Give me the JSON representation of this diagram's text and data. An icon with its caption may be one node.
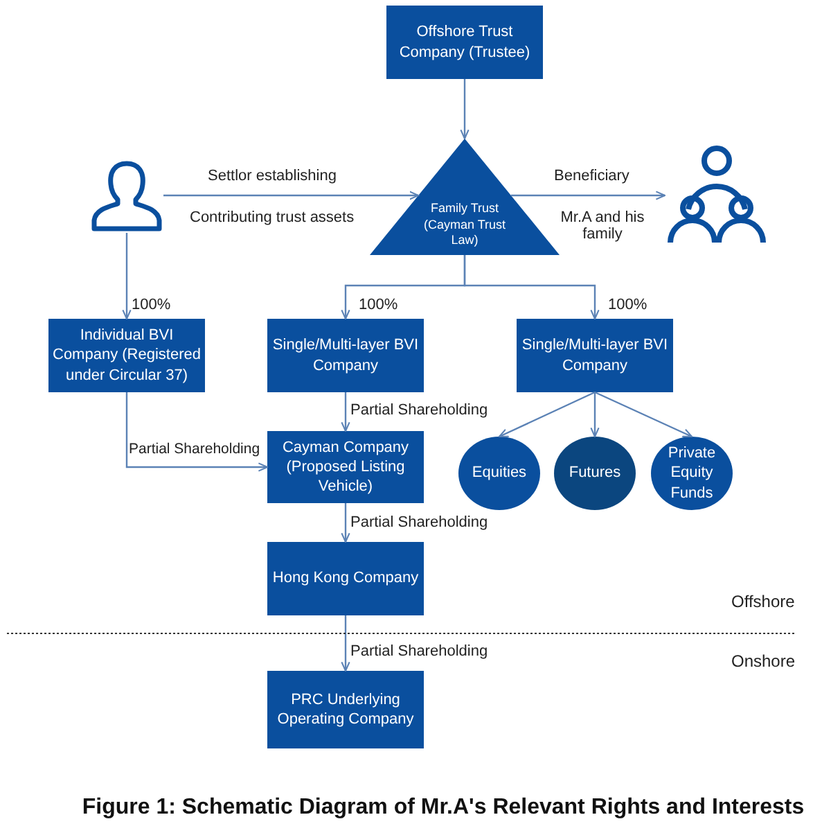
{
  "diagram": {
    "caption": "Figure 1: Schematic Diagram of Mr.A's Relevant Rights and Interests",
    "nodes": [
      {
        "text": [
          "Offshore Trust Company (Trustee)"
        ]
      },
      {
        "text": [],
        "shape": "person"
      },
      {
        "text": [
          "Family Trust (Cayman Trust Law)"
        ]
      },
      {
        "text": [],
        "shape": "person"
      },
      {
        "text": [
          "Individual BVI Company (Registered under Circular 37)"
        ]
      },
      {
        "text": [
          "Single/Multi-layer BVI Company"
        ]
      },
      {
        "text": [
          "Single/Multi-layer BVI Company"
        ]
      },
      {
        "text": [
          "Cayman Company (Proposed Listing Vehicle)"
        ]
      },
      {
        "text": [
          "Equities"
        ]
      },
      {
        "text": [
          "Futures"
        ]
      },
      {
        "text": [
          "Private Equity Funds"
        ]
      },
      {
        "text": [
          "Hong Kong Company"
        ]
      },
      {
        "text": [
          "PRC Underlying Operating Company"
        ]
      }
    ],
    "edges": [
      {
        "from": 0,
        "to": 2,
        "arrow": "to"
      },
      {
        "from": 1,
        "to": 2,
        "arrow": "to",
        "label": "Settlor establishing"
      },
      {
        "from": 2,
        "to": 3,
        "arrow": "to",
        "label": "Beneficiary"
      },
      {
        "from": 1,
        "to": 4,
        "arrow": "to",
        "label": "100%"
      },
      {
        "from": 2,
        "to": 5,
        "arrow": "to",
        "label": "100%"
      },
      {
        "from": 2,
        "to": 6,
        "arrow": "to",
        "label": "100%"
      },
      {
        "from": 4,
        "to": 7,
        "arrow": "to",
        "label": "Partial Shareholding"
      },
      {
        "from": 5,
        "to": 7,
        "arrow": "to",
        "label": "Partial Shareholding"
      },
      {
        "from": 6,
        "to": 8,
        "arrow": "to"
      },
      {
        "from": 6,
        "to": 9,
        "arrow": "to"
      },
      {
        "from": 6,
        "to": 10,
        "arrow": "to"
      },
      {
        "from": 7,
        "to": 11,
        "arrow": "to",
        "label": "Partial Shareholding"
      },
      {
        "from": 11,
        "to": 12,
        "arrow": "to",
        "label": "Partial Shareholding"
      }
    ],
    "labels": [
      "Contributing trust assets",
      "Mr.A and his family",
      "Offshore",
      "Onshore"
    ]
  }
}
